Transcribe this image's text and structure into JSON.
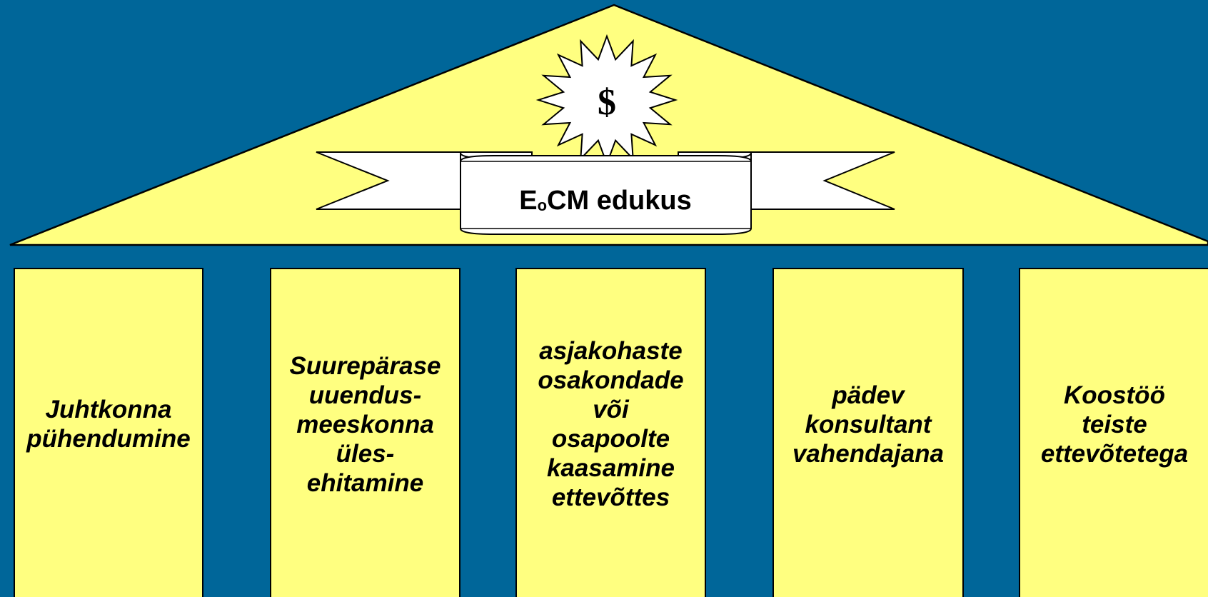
{
  "roof": {
    "symbol": "$",
    "banner": {
      "prefix": "E",
      "subscript": "o",
      "suffix": "CM edukus"
    }
  },
  "pillars": [
    {
      "label": "Juhtkonna\npühendumine"
    },
    {
      "label": "Suurepärase\nuuendus-\nmeeskonna\nüles-\nehitamine"
    },
    {
      "label": "asjakohaste\nosakondade\nvõi\nosapoolte\nkaasamine\nettevõttes"
    },
    {
      "label": "pädev\nkonsultant\nvahendajana"
    },
    {
      "label": "Koostöö\nteiste\nettevõtetega"
    }
  ],
  "colors": {
    "background": "#006699",
    "building": "#FFFF80",
    "banner": "#FFFFFF",
    "outline": "#000000"
  }
}
